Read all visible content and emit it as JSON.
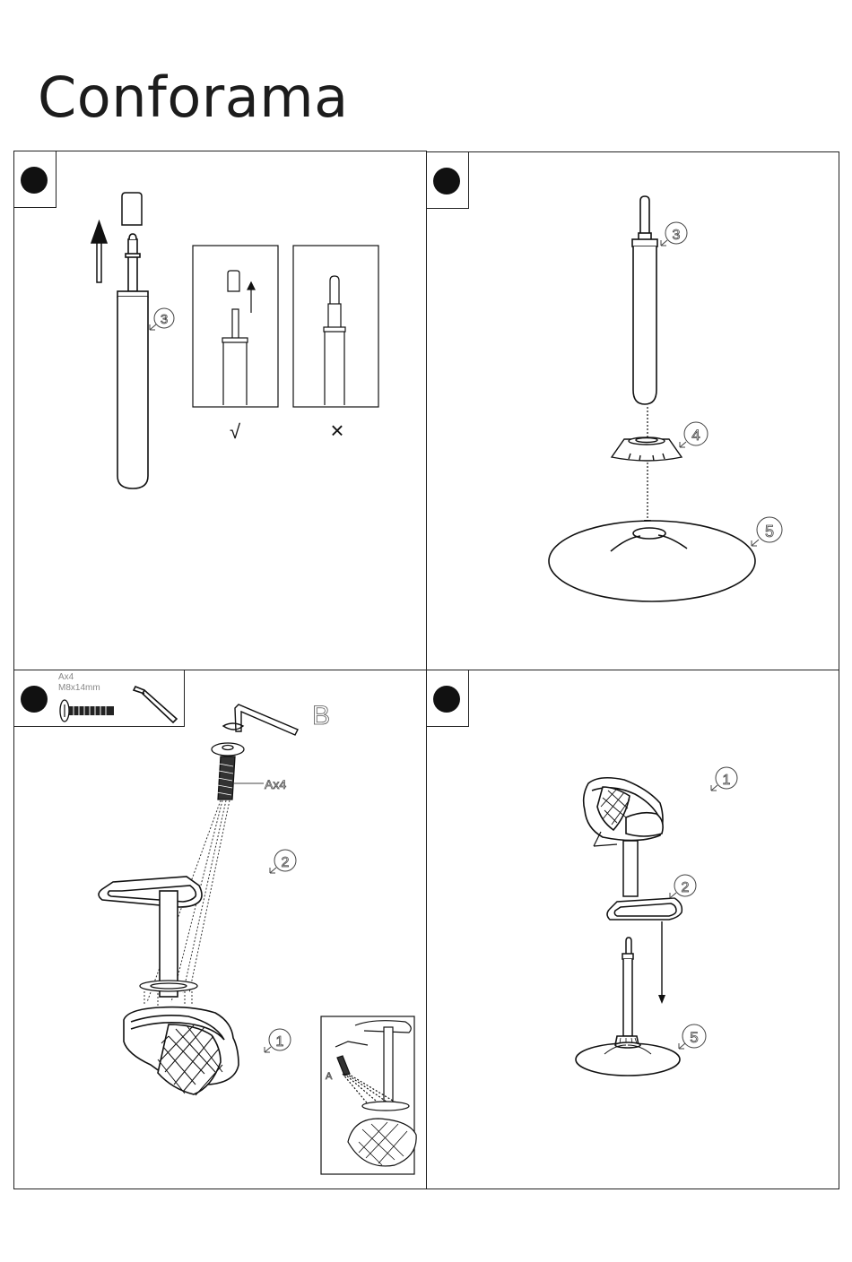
{
  "brand": {
    "logo_text": "Conforama"
  },
  "steps": [
    {
      "id": 1,
      "callouts": [
        "3"
      ],
      "check_mark": "√",
      "cross_mark": "×"
    },
    {
      "id": 2,
      "callouts": [
        "3",
        "4",
        "5"
      ]
    },
    {
      "id": 3,
      "hardware": {
        "qty": "Ax4",
        "spec": "M8x14mm"
      },
      "tool_label": "B",
      "callouts": [
        "Ax4",
        "2",
        "1"
      ],
      "inset_label": "A"
    },
    {
      "id": 4,
      "callouts": [
        "1",
        "2",
        "5"
      ]
    }
  ],
  "icons": [
    "step-marker-icon",
    "allen-key-icon",
    "screw-icon",
    "arrow-up-icon",
    "arrow-down-icon",
    "callout-pointer-icon"
  ]
}
